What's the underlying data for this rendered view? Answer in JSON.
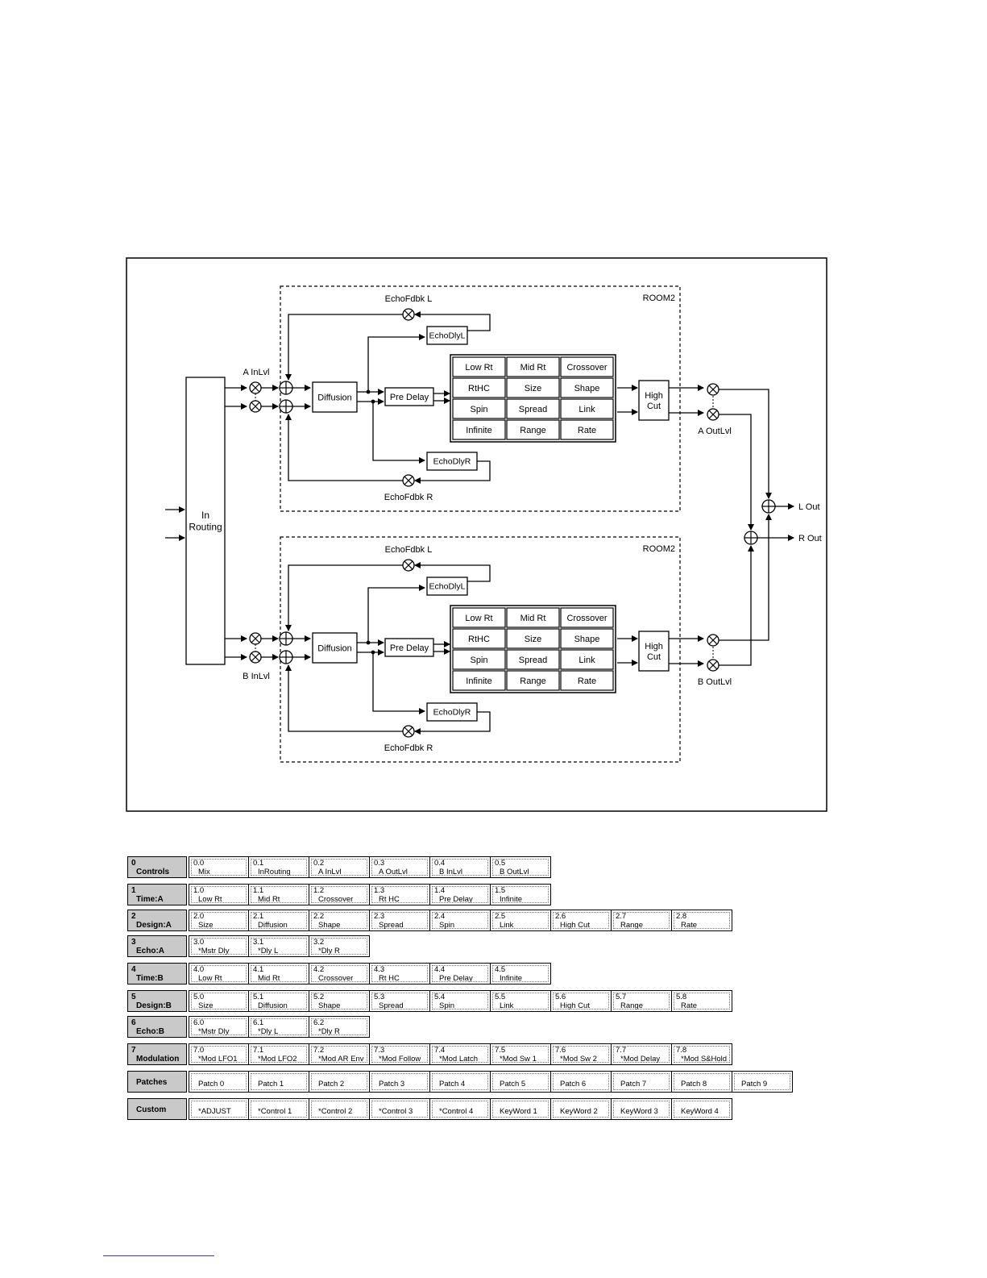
{
  "diagram": {
    "in_routing": "In\nRouting",
    "a_in_level": "A InLvl",
    "b_in_level": "B InLvl",
    "a_out_level": "A OutLvl",
    "b_out_level": "B OutLvl",
    "l_out": "L Out",
    "r_out": "R Out",
    "room_label": "ROOM2",
    "diffusion": "Diffusion",
    "pre_delay": "Pre Delay",
    "echo_dly_l": "EchoDlyL",
    "echo_dly_r": "EchoDlyR",
    "echo_fdbk_l": "EchoFdbk L",
    "echo_fdbk_r": "EchoFdbk R",
    "high_cut": "High\nCut",
    "params_grid": [
      [
        "Low Rt",
        "Mid Rt",
        "Crossover"
      ],
      [
        "RtHC",
        "Size",
        "Shape"
      ],
      [
        "Spin",
        "Spread",
        "Link"
      ],
      [
        "Infinite",
        "Range",
        "Rate"
      ]
    ]
  },
  "matrix": [
    {
      "num": "0",
      "name": "Controls",
      "cells": [
        {
          "id": "0.0",
          "label": "Mix"
        },
        {
          "id": "0.1",
          "label": "InRouting"
        },
        {
          "id": "0.2",
          "label": "A InLvl"
        },
        {
          "id": "0.3",
          "label": "A OutLvl"
        },
        {
          "id": "0.4",
          "label": "B InLvl"
        },
        {
          "id": "0.5",
          "label": "B OutLvl"
        }
      ]
    },
    {
      "num": "1",
      "name": "Time:A",
      "cells": [
        {
          "id": "1.0",
          "label": "Low Rt"
        },
        {
          "id": "1.1",
          "label": "Mid Rt"
        },
        {
          "id": "1.2",
          "label": "Crossover"
        },
        {
          "id": "1.3",
          "label": "Rt HC"
        },
        {
          "id": "1.4",
          "label": "Pre Delay"
        },
        {
          "id": "1.5",
          "label": "Infinite"
        }
      ]
    },
    {
      "num": "2",
      "name": "Design:A",
      "cells": [
        {
          "id": "2.0",
          "label": "Size"
        },
        {
          "id": "2.1",
          "label": "Diffusion"
        },
        {
          "id": "2.2",
          "label": "Shape"
        },
        {
          "id": "2.3",
          "label": "Spread"
        },
        {
          "id": "2.4",
          "label": "Spin"
        },
        {
          "id": "2.5",
          "label": "Link"
        },
        {
          "id": "2.6",
          "label": "High Cut"
        },
        {
          "id": "2.7",
          "label": "Range"
        },
        {
          "id": "2.8",
          "label": "Rate"
        }
      ]
    },
    {
      "num": "3",
      "name": "Echo:A",
      "cells": [
        {
          "id": "3.0",
          "label": "*Mstr Dly"
        },
        {
          "id": "3.1",
          "label": "*Dly L"
        },
        {
          "id": "3.2",
          "label": "*Dly R"
        }
      ]
    },
    {
      "num": "4",
      "name": "Time:B",
      "cells": [
        {
          "id": "4.0",
          "label": "Low Rt"
        },
        {
          "id": "4.1",
          "label": "Mid Rt"
        },
        {
          "id": "4.2",
          "label": "Crossover"
        },
        {
          "id": "4.3",
          "label": "Rt HC"
        },
        {
          "id": "4.4",
          "label": "Pre Delay"
        },
        {
          "id": "4.5",
          "label": "Infinite"
        }
      ]
    },
    {
      "num": "5",
      "name": "Design:B",
      "cells": [
        {
          "id": "5.0",
          "label": "Size"
        },
        {
          "id": "5.1",
          "label": "Diffusion"
        },
        {
          "id": "5.2",
          "label": "Shape"
        },
        {
          "id": "5.3",
          "label": "Spread"
        },
        {
          "id": "5.4",
          "label": "Spin"
        },
        {
          "id": "5.5",
          "label": "Link"
        },
        {
          "id": "5.6",
          "label": "High Cut"
        },
        {
          "id": "5.7",
          "label": "Range"
        },
        {
          "id": "5.8",
          "label": "Rate"
        }
      ]
    },
    {
      "num": "6",
      "name": "Echo:B",
      "cells": [
        {
          "id": "6.0",
          "label": "*Mstr Dly"
        },
        {
          "id": "6.1",
          "label": "*Dly L"
        },
        {
          "id": "6.2",
          "label": "*Dly R"
        }
      ]
    },
    {
      "num": "7",
      "name": "Modulation",
      "cells": [
        {
          "id": "7.0",
          "label": "*Mod LFO1"
        },
        {
          "id": "7.1",
          "label": "*Mod LFO2"
        },
        {
          "id": "7.2",
          "label": "*Mod AR Env"
        },
        {
          "id": "7.3",
          "label": "*Mod Follow"
        },
        {
          "id": "7.4",
          "label": "*Mod Latch"
        },
        {
          "id": "7.5",
          "label": "*Mod Sw 1"
        },
        {
          "id": "7.6",
          "label": "*Mod Sw 2"
        },
        {
          "id": "7.7",
          "label": "*Mod Delay"
        },
        {
          "id": "7.8",
          "label": "*Mod S&Hold"
        }
      ]
    },
    {
      "num": "",
      "name": "Patches",
      "cells": [
        {
          "id": "",
          "label": "Patch 0"
        },
        {
          "id": "",
          "label": "Patch 1"
        },
        {
          "id": "",
          "label": "Patch 2"
        },
        {
          "id": "",
          "label": "Patch 3"
        },
        {
          "id": "",
          "label": "Patch 4"
        },
        {
          "id": "",
          "label": "Patch 5"
        },
        {
          "id": "",
          "label": "Patch 6"
        },
        {
          "id": "",
          "label": "Patch 7"
        },
        {
          "id": "",
          "label": "Patch 8"
        },
        {
          "id": "",
          "label": "Patch 9"
        }
      ]
    },
    {
      "num": "",
      "name": "Custom",
      "cells": [
        {
          "id": "",
          "label": "*ADJUST"
        },
        {
          "id": "",
          "label": "*Control 1"
        },
        {
          "id": "",
          "label": "*Control 2"
        },
        {
          "id": "",
          "label": "*Control 3"
        },
        {
          "id": "",
          "label": "*Control 4"
        },
        {
          "id": "",
          "label": "KeyWord 1"
        },
        {
          "id": "",
          "label": "KeyWord 2"
        },
        {
          "id": "",
          "label": "KeyWord 3"
        },
        {
          "id": "",
          "label": "KeyWord 4"
        }
      ]
    }
  ]
}
